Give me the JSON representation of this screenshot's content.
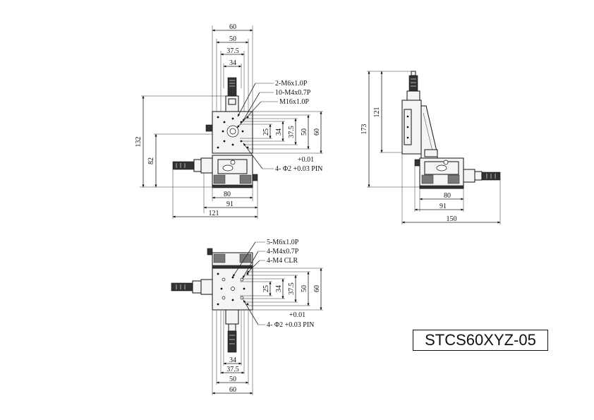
{
  "model": "STCS60XYZ-05",
  "front_view": {
    "top_dims": [
      "60",
      "50",
      "37.5",
      "34"
    ],
    "side_dims": [
      "25",
      "34",
      "37.5",
      "50",
      "60"
    ],
    "left_dims": [
      "132",
      "82"
    ],
    "bottom_dims": [
      "80",
      "91",
      "121"
    ],
    "callouts": [
      "2-M6x1.0P",
      "10-M4x0.7P",
      "M16x1.0P"
    ],
    "pin_tol": "+0.01",
    "pin_note": "4- Φ2 +0.03 PIN"
  },
  "side_view": {
    "left_dims": [
      "173",
      "121"
    ],
    "bottom_dims": [
      "80",
      "91",
      "150"
    ]
  },
  "top_view": {
    "callouts": [
      "5-M6x1.0P",
      "4-M4x0.7P",
      "4-M4 CLR"
    ],
    "side_dims": [
      "25",
      "34",
      "37.5",
      "50",
      "60"
    ],
    "pin_tol": "+0.01",
    "pin_note": "4- Φ2 +0.03 PIN",
    "bottom_dims": [
      "34",
      "37.5",
      "50",
      "60"
    ]
  }
}
